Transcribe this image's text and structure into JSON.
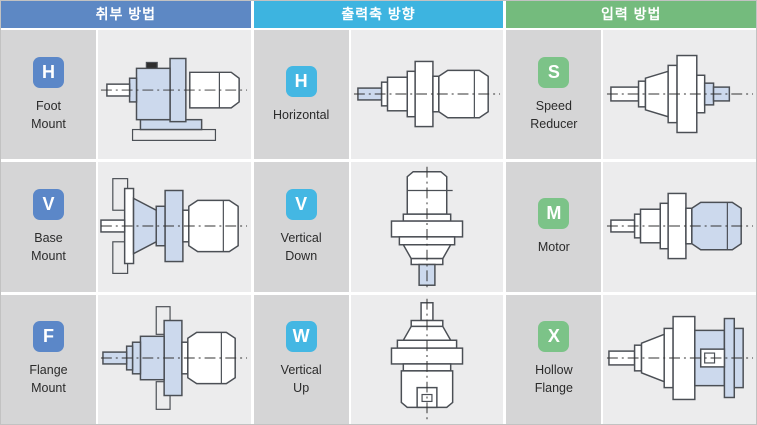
{
  "table": {
    "columns": [
      {
        "id": "mounting-method",
        "header": "취부 방법",
        "header_color": "#5d88c4",
        "badge_color": "#5b87c8",
        "rows": [
          {
            "badge": "H",
            "label": "Foot\nMount",
            "drawing": "foot-mount-drawing"
          },
          {
            "badge": "V",
            "label": "Base\nMount",
            "drawing": "base-mount-drawing"
          },
          {
            "badge": "F",
            "label": "Flange\nMount",
            "drawing": "flange-mount-drawing"
          }
        ]
      },
      {
        "id": "output-shaft-direction",
        "header": "출력축 방향",
        "header_color": "#3db4e0",
        "badge_color": "#44b7e3",
        "rows": [
          {
            "badge": "H",
            "label": "Horizontal",
            "drawing": "horizontal-shaft-drawing"
          },
          {
            "badge": "V",
            "label": "Vertical\nDown",
            "drawing": "vertical-down-drawing"
          },
          {
            "badge": "W",
            "label": "Vertical\nUp",
            "drawing": "vertical-up-drawing"
          }
        ]
      },
      {
        "id": "input-method",
        "header": "입력 방법",
        "header_color": "#74bb7d",
        "badge_color": "#7cc388",
        "rows": [
          {
            "badge": "S",
            "label": "Speed\nReducer",
            "drawing": "speed-reducer-drawing"
          },
          {
            "badge": "M",
            "label": "Motor",
            "drawing": "motor-drawing"
          },
          {
            "badge": "X",
            "label": "Hollow\nFlange",
            "drawing": "hollow-flange-drawing"
          }
        ]
      }
    ]
  },
  "colors": {
    "label_cell_bg": "#d5d5d6",
    "drawing_cell_bg": "#ececed",
    "drawing_blue_fill": "#ccd9ed",
    "drawing_outline": "#4b4f55",
    "table_border": "#c2c2c2"
  }
}
